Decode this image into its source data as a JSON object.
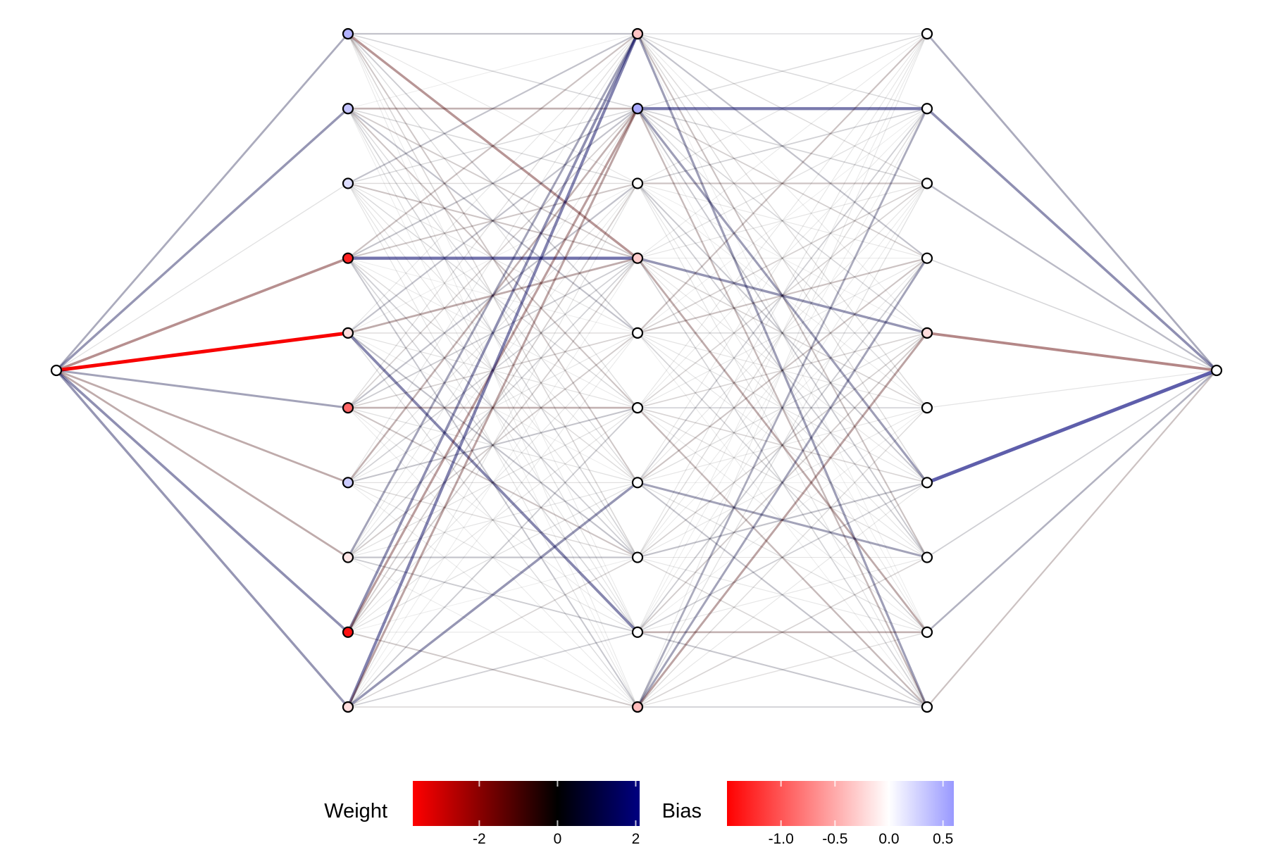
{
  "figure": {
    "type": "neural-network-diagram",
    "colors": {
      "weight_negative": "#ff0000",
      "weight_zero": "#000000",
      "weight_positive": "#000080",
      "bias_negative": "#ff0000",
      "bias_zero": "#ffffff",
      "bias_positive": "#9999ff",
      "node_stroke": "#000000"
    },
    "layers": [
      {
        "node_count": 1,
        "biases": [
          0
        ]
      },
      {
        "node_count": 10,
        "biases": [
          0.45,
          0.35,
          0.2,
          -1.3,
          -0.2,
          -0.9,
          0.3,
          -0.15,
          -1.4,
          -0.2
        ]
      },
      {
        "node_count": 10,
        "biases": [
          -0.35,
          0.5,
          0,
          -0.3,
          0,
          0,
          0,
          0,
          0,
          -0.4
        ]
      },
      {
        "node_count": 10,
        "biases": [
          0,
          0,
          0,
          0,
          -0.2,
          0,
          0,
          0,
          0,
          0
        ]
      },
      {
        "node_count": 1,
        "biases": [
          0
        ]
      }
    ],
    "strong_weights": [
      {
        "from_layer": 0,
        "from": 0,
        "to": 0,
        "w": 0.9
      },
      {
        "from_layer": 0,
        "from": 0,
        "to": 1,
        "w": 1.2
      },
      {
        "from_layer": 0,
        "from": 0,
        "to": 2,
        "w": 0.15
      },
      {
        "from_layer": 0,
        "from": 0,
        "to": 3,
        "w": -1.3
      },
      {
        "from_layer": 0,
        "from": 0,
        "to": 4,
        "w": -3.6
      },
      {
        "from_layer": 0,
        "from": 0,
        "to": 5,
        "w": 1.0
      },
      {
        "from_layer": 0,
        "from": 0,
        "to": 6,
        "w": -0.9
      },
      {
        "from_layer": 0,
        "from": 0,
        "to": 7,
        "w": -0.9
      },
      {
        "from_layer": 0,
        "from": 0,
        "to": 8,
        "w": 1.3
      },
      {
        "from_layer": 0,
        "from": 0,
        "to": 9,
        "w": 1.2
      },
      {
        "from_layer": 1,
        "from": 0,
        "to": 0,
        "w": 0.6
      },
      {
        "from_layer": 1,
        "from": 0,
        "to": 3,
        "w": -1.2
      },
      {
        "from_layer": 1,
        "from": 1,
        "to": 1,
        "w": -0.8
      },
      {
        "from_layer": 1,
        "from": 3,
        "to": 3,
        "w": 1.7
      },
      {
        "from_layer": 1,
        "from": 4,
        "to": 8,
        "w": 1.4
      },
      {
        "from_layer": 1,
        "from": 4,
        "to": 3,
        "w": -0.9
      },
      {
        "from_layer": 1,
        "from": 5,
        "to": 5,
        "w": -0.8
      },
      {
        "from_layer": 1,
        "from": 8,
        "to": 0,
        "w": 1.3
      },
      {
        "from_layer": 1,
        "from": 8,
        "to": 1,
        "w": -1.1
      },
      {
        "from_layer": 1,
        "from": 9,
        "to": 0,
        "w": 1.5
      },
      {
        "from_layer": 1,
        "from": 9,
        "to": 1,
        "w": -1.0
      },
      {
        "from_layer": 1,
        "from": 9,
        "to": 6,
        "w": 1.2
      },
      {
        "from_layer": 1,
        "from": 7,
        "to": 0,
        "w": 1.0
      },
      {
        "from_layer": 1,
        "from": 6,
        "to": 1,
        "w": -0.8
      },
      {
        "from_layer": 2,
        "from": 1,
        "to": 1,
        "w": 1.6
      },
      {
        "from_layer": 2,
        "from": 1,
        "to": 6,
        "w": 1.1
      },
      {
        "from_layer": 2,
        "from": 3,
        "to": 4,
        "w": 1.2
      },
      {
        "from_layer": 2,
        "from": 0,
        "to": 9,
        "w": 1.1
      },
      {
        "from_layer": 2,
        "from": 6,
        "to": 7,
        "w": 1.0
      },
      {
        "from_layer": 2,
        "from": 3,
        "to": 8,
        "w": -0.9
      },
      {
        "from_layer": 2,
        "from": 9,
        "to": 1,
        "w": 0.9
      },
      {
        "from_layer": 2,
        "from": 9,
        "to": 4,
        "w": -1.0
      },
      {
        "from_layer": 2,
        "from": 9,
        "to": 3,
        "w": 1.0
      },
      {
        "from_layer": 2,
        "from": 8,
        "to": 8,
        "w": -0.8
      },
      {
        "from_layer": 2,
        "from": 1,
        "to": 9,
        "w": -0.7
      },
      {
        "from_layer": 2,
        "from": 2,
        "to": 2,
        "w": -0.6
      },
      {
        "from_layer": 2,
        "from": 5,
        "to": 9,
        "w": -0.7
      },
      {
        "from_layer": 2,
        "from": 4,
        "to": 0,
        "w": -0.6
      },
      {
        "from_layer": 3,
        "from": 0,
        "to": 0,
        "w": 0.9
      },
      {
        "from_layer": 3,
        "from": 1,
        "to": 0,
        "w": 1.3
      },
      {
        "from_layer": 3,
        "from": 2,
        "to": 0,
        "w": 0.7
      },
      {
        "from_layer": 3,
        "from": 3,
        "to": 0,
        "w": 0.3
      },
      {
        "from_layer": 3,
        "from": 4,
        "to": 0,
        "w": -1.4
      },
      {
        "from_layer": 3,
        "from": 5,
        "to": 0,
        "w": 0.1
      },
      {
        "from_layer": 3,
        "from": 6,
        "to": 0,
        "w": 2.0
      },
      {
        "from_layer": 3,
        "from": 7,
        "to": 0,
        "w": 0.4
      },
      {
        "from_layer": 3,
        "from": 8,
        "to": 0,
        "w": 0.8
      },
      {
        "from_layer": 3,
        "from": 9,
        "to": 0,
        "w": -0.6
      }
    ],
    "weight_legend": {
      "title": "Weight",
      "range": [
        -3.7,
        2.1
      ],
      "ticks": [
        -2,
        0,
        2
      ],
      "tick_labels": [
        "-2",
        "0",
        "2"
      ]
    },
    "bias_legend": {
      "title": "Bias",
      "range": [
        -1.5,
        0.6
      ],
      "ticks": [
        -1.0,
        -0.5,
        0.0,
        0.5
      ],
      "tick_labels": [
        "-1.0",
        "-0.5",
        "0.0",
        "0.5"
      ]
    }
  }
}
